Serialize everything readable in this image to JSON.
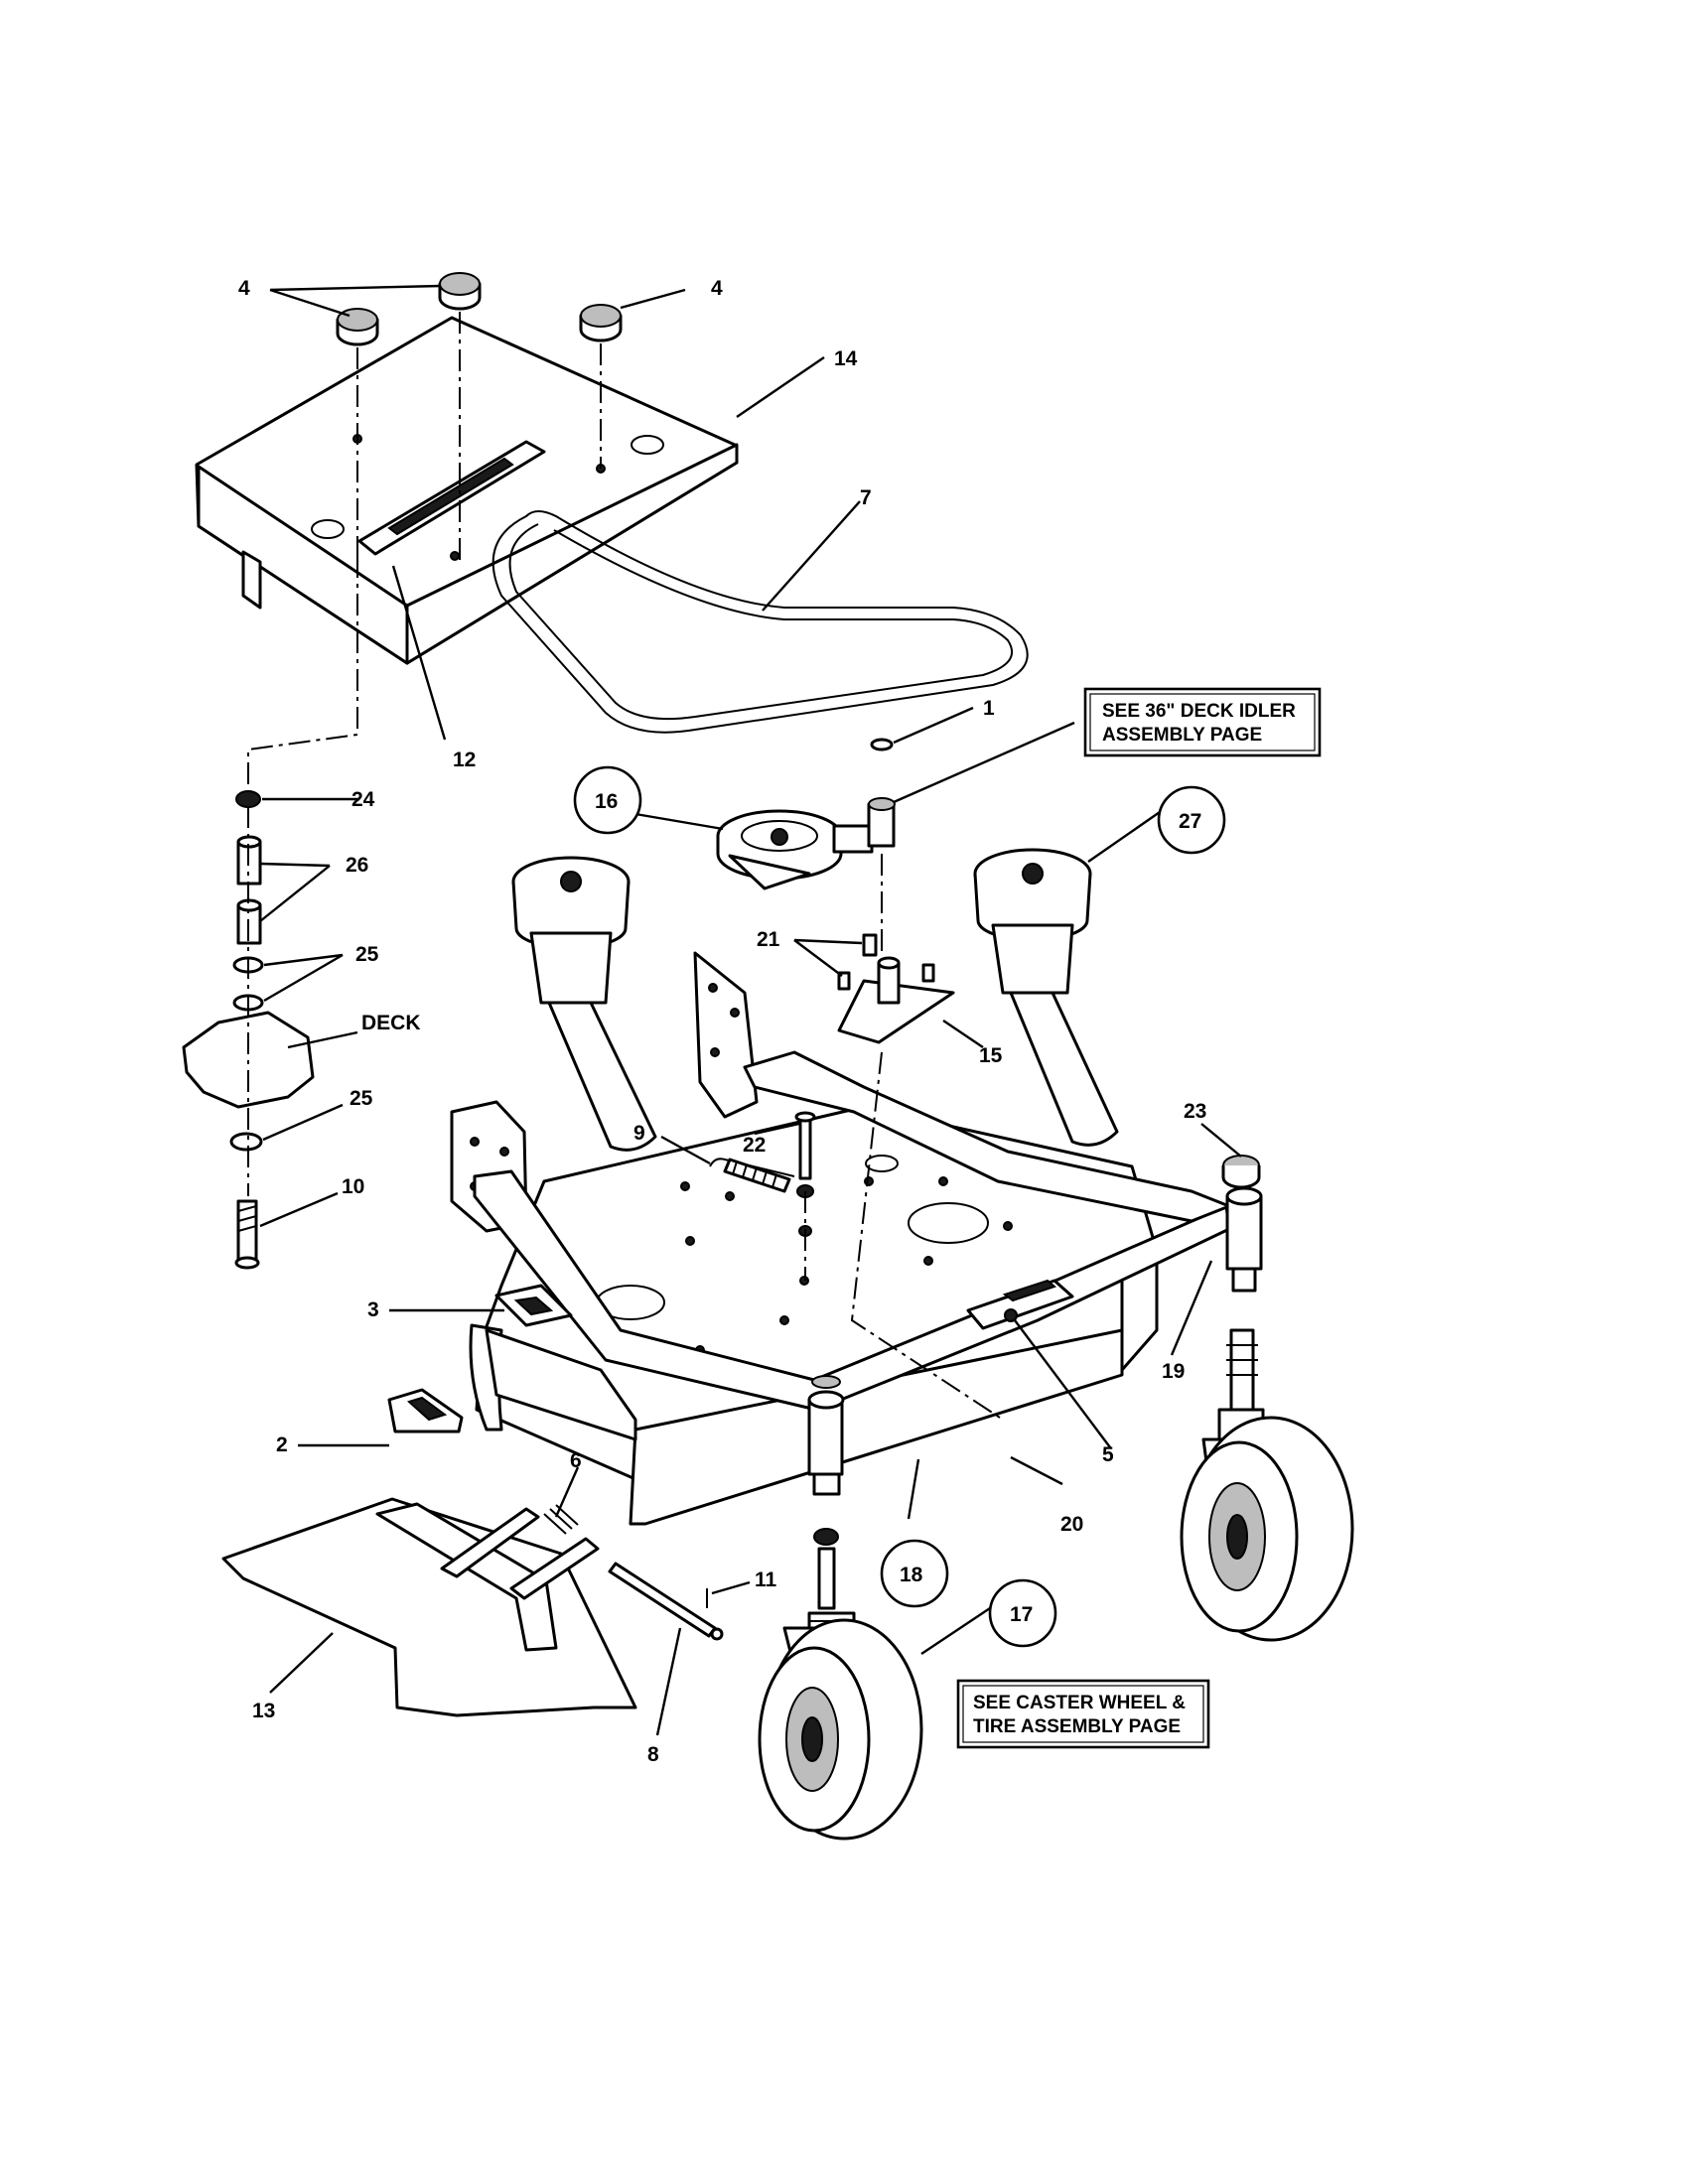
{
  "callouts": {
    "c1": "1",
    "c2": "2",
    "c3": "3",
    "c4a": "4",
    "c4b": "4",
    "c5": "5",
    "c6": "6",
    "c7": "7",
    "c8": "8",
    "c9": "9",
    "c10": "10",
    "c11": "11",
    "c12": "12",
    "c13": "13",
    "c14": "14",
    "c15": "15",
    "c16": "16",
    "c17": "17",
    "c18": "18",
    "c19": "19",
    "c20": "20",
    "c21": "21",
    "c22": "22",
    "c23": "23",
    "c24": "24",
    "c25a": "25",
    "c25b": "25",
    "c26": "26",
    "c27": "27",
    "deck": "DECK"
  },
  "notes": {
    "idler_line1": "SEE 36\" DECK IDLER",
    "idler_line2": "ASSEMBLY PAGE",
    "caster_line1": "SEE CASTER WHEEL &",
    "caster_line2": "TIRE ASSEMBLY PAGE"
  }
}
